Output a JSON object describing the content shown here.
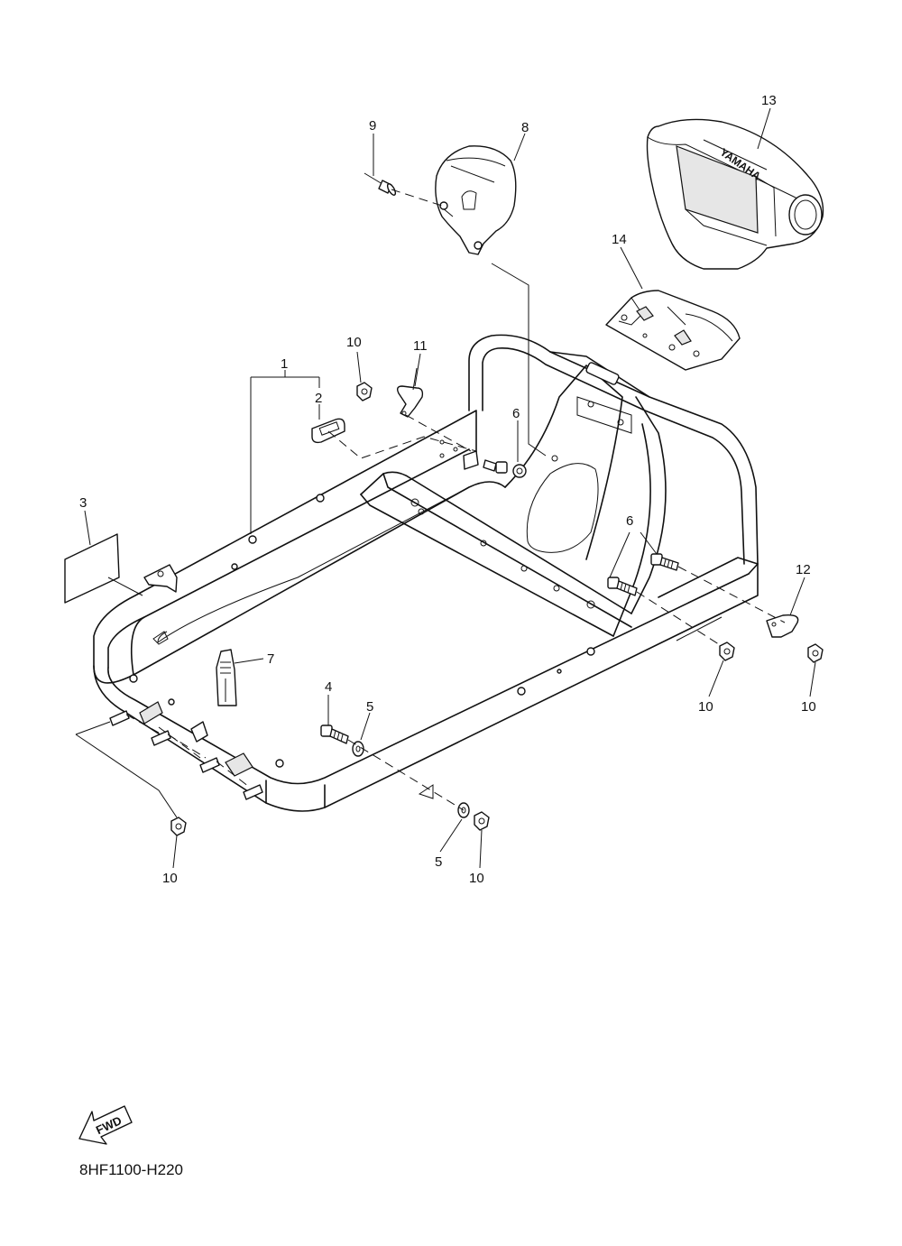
{
  "diagram": {
    "part_code": "8HF1100-H220",
    "fwd_label": "FWD",
    "brand_label": "YAMAHA",
    "callouts": [
      {
        "id": "c1",
        "label": "1"
      },
      {
        "id": "c2",
        "label": "2"
      },
      {
        "id": "c3",
        "label": "3"
      },
      {
        "id": "c4",
        "label": "4"
      },
      {
        "id": "c5a",
        "label": "5"
      },
      {
        "id": "c5b",
        "label": "5"
      },
      {
        "id": "c6a",
        "label": "6"
      },
      {
        "id": "c6b",
        "label": "6"
      },
      {
        "id": "c7",
        "label": "7"
      },
      {
        "id": "c8",
        "label": "8"
      },
      {
        "id": "c9",
        "label": "9"
      },
      {
        "id": "c10a",
        "label": "10"
      },
      {
        "id": "c10b",
        "label": "10"
      },
      {
        "id": "c10c",
        "label": "10"
      },
      {
        "id": "c10d",
        "label": "10"
      },
      {
        "id": "c10e",
        "label": "10"
      },
      {
        "id": "c11",
        "label": "11"
      },
      {
        "id": "c12",
        "label": "12"
      },
      {
        "id": "c13",
        "label": "13"
      },
      {
        "id": "c14",
        "label": "14"
      }
    ]
  }
}
